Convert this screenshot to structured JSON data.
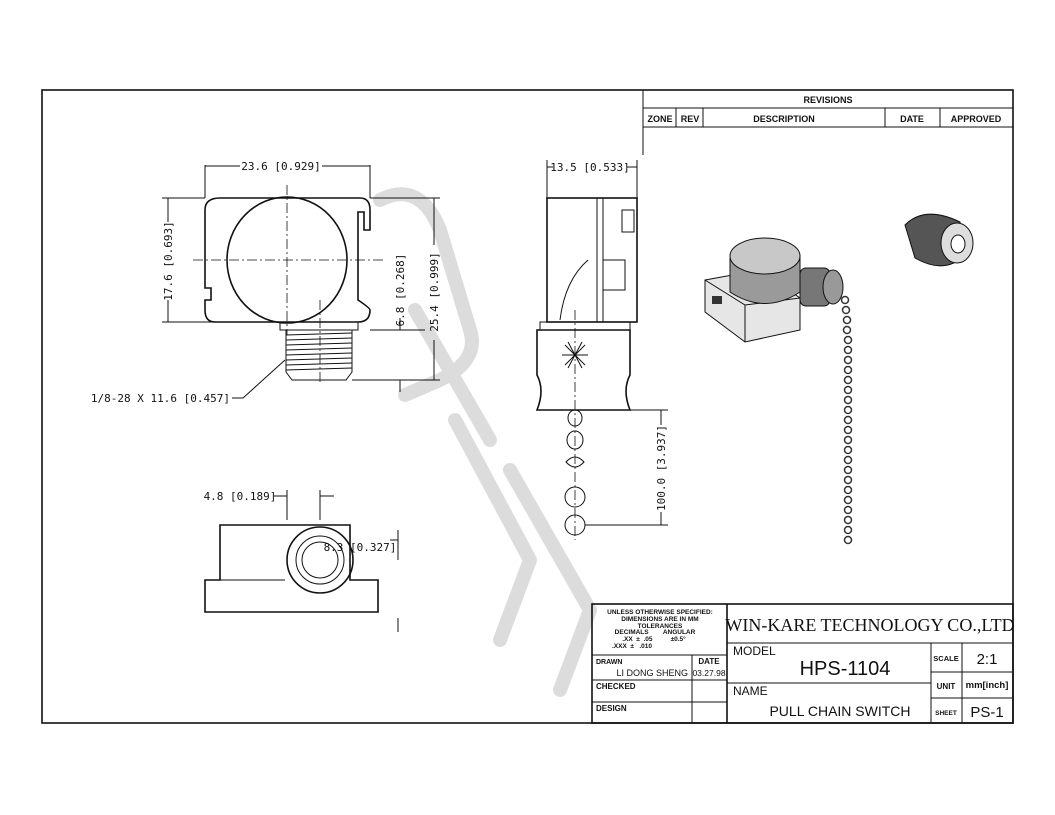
{
  "revisions": {
    "title": "REVISIONS",
    "columns": [
      "ZONE",
      "REV",
      "DESCRIPTION",
      "DATE",
      "APPROVED"
    ]
  },
  "dimensions": {
    "front_width": "23.6 [0.929]",
    "front_height": "17.6 [0.693]",
    "thread_offset": "6.8 [0.268]",
    "overall_height": "25.4 [0.999]",
    "thread_spec": "1/8-28 X 11.6 [0.457]",
    "side_depth": "13.5 [0.533]",
    "chain_length": "100.0 [3.937]",
    "bottom_offset": "4.8 [0.189]",
    "bore_diameter": "8.3 [0.327]"
  },
  "title_block": {
    "tolerance_lines": [
      "UNLESS OTHERWISE SPECIFIED:",
      "DIMENSIONS ARE IN MM",
      "TOLERANCES",
      "DECIMALS        ANGULAR",
      ".XX  ±  .05          ±0.5°",
      ".XXX  ±   .010"
    ],
    "drawn_label": "DRAWN",
    "drawn_value": "LI DONG SHENG",
    "date_label": "DATE",
    "date_value": "03.27.98",
    "checked_label": "CHECKED",
    "design_label": "DESIGN",
    "company": "WIN-KARE TECHNOLOGY CO.,LTD",
    "model_label": "MODEL",
    "model_value": "HPS-1104",
    "name_label": "NAME",
    "name_value": "PULL CHAIN SWITCH",
    "scale_label": "SCALE",
    "scale_value": "2:1",
    "unit_label": "UNIT",
    "unit_value": "mm[inch]",
    "sheet_label": "SHEET",
    "sheet_value": "PS-1"
  }
}
